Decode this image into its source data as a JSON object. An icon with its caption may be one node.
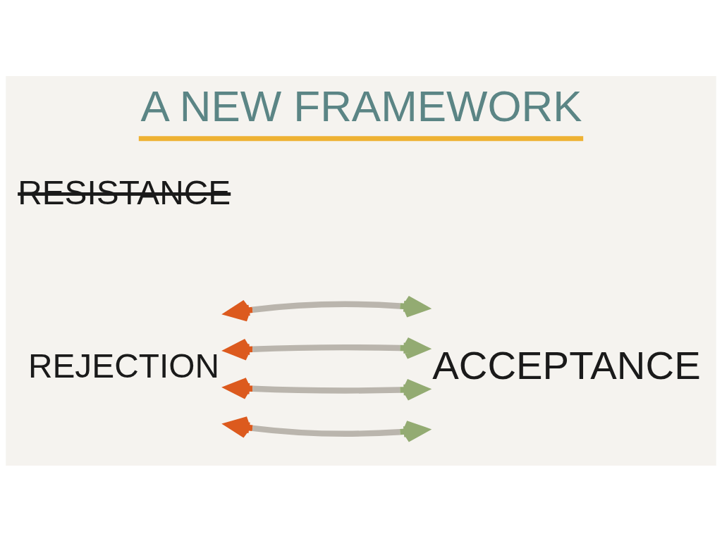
{
  "diagram": {
    "title": "A NEW FRAMEWORK",
    "nodes": [
      {
        "text": [
          "REJECTION"
        ]
      },
      {
        "text": [
          "ACCEPTANCE"
        ]
      }
    ],
    "edges": [
      {
        "from": 0,
        "to": 1,
        "arrow": "both"
      },
      {
        "from": 0,
        "to": 1,
        "arrow": "both"
      },
      {
        "from": 0,
        "to": 1,
        "arrow": "both"
      },
      {
        "from": 0,
        "to": 1,
        "arrow": "both"
      }
    ],
    "labels": [
      "RESISTANCE"
    ]
  }
}
